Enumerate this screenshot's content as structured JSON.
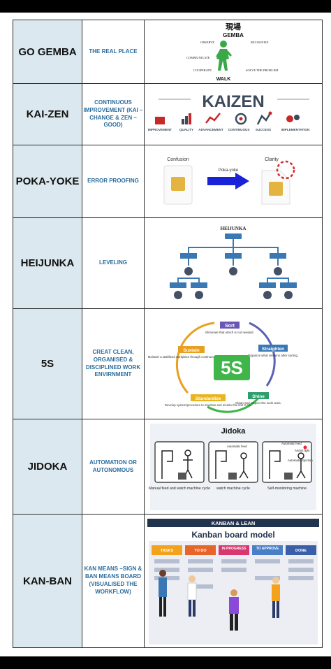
{
  "rows": [
    {
      "term": "GO GEMBA",
      "meaning": "THE REAL PLACE",
      "img": {
        "kanji": "現場",
        "title": "GEMBA",
        "observe": "OBSERVE",
        "recognize": "RECOGNIZE",
        "communicate": "COMMUNICATE",
        "cooperate": "COOPERATE",
        "solve": "SOLVE THE PROBLEM",
        "walk": "WALK"
      }
    },
    {
      "term": "KAI-ZEN",
      "meaning": "CONTINUOUS IMPROVEMENT (KAI – CHANGE & ZEN – GOOD)",
      "img": {
        "title": "KAIZEN",
        "steps": [
          "IMPROVEMENT",
          "QUALITY",
          "ADVANCEMENT",
          "CONTINUOUS",
          "SUCCESS",
          "IMPLEMENTATION"
        ]
      }
    },
    {
      "term": "POKA-YOKE",
      "meaning": "ERROR PROOFING",
      "img": {
        "left": "Confusion",
        "middle": "Poka-yoke",
        "right": "Clarity"
      }
    },
    {
      "term": "HEIJUNKA",
      "meaning": "LEVELING",
      "img": {
        "title": "HEIJUNKA"
      }
    },
    {
      "term": "5S",
      "meaning": "CREAT CLEAN, ORGANISED & DISCIPLINED WORK ENVIRNMENT",
      "img": {
        "center": "5S",
        "sort": {
          "label": "Sort",
          "desc": "Eliminate that which is not needed."
        },
        "straighten": {
          "label": "Straighten",
          "desc": "Organize what remains after sorting."
        },
        "shine": {
          "label": "Shine",
          "desc": "Clean and inspect the work area."
        },
        "standardize": {
          "label": "Standardize",
          "desc": "Develop system/procedure to maintain and monitor the first 3 S's."
        },
        "sustain": {
          "label": "Sustain",
          "desc": "Maintain a stabilized workplace through continuous improvement."
        }
      }
    },
    {
      "term": "JIDOKA",
      "meaning": "AUTOMATION OR AUTONOMOUS",
      "img": {
        "title": "Jidoka",
        "auto_feed": "Automatic feed",
        "auto_feed2": "Automatic feed",
        "andon": "Andon light",
        "auto_eject": "Automatic Ejection",
        "captions": [
          "Manual feed and watch machine cycle",
          "watch machine cycle",
          "Self-monitoring machine"
        ]
      }
    },
    {
      "term": "KAN-BAN",
      "meaning": "KAN MEANS –SIGN & BAN MEANS BOARD (VISUALISED THE WORKFLOW)",
      "img": {
        "banner": "KANBAN & LEAN",
        "title": "Kanban board model",
        "columns": [
          "TASKS",
          "TO DO",
          "IN PROGRESS",
          "TO APPROVE",
          "DONE"
        ]
      }
    }
  ],
  "colors": {
    "term_bg": "#dce8ef",
    "meaning_text": "#2a6d9e",
    "five_s_center": "#3fb54a",
    "kanban_banner": "#22334d",
    "kaizen_title": "#3d4a5c"
  }
}
